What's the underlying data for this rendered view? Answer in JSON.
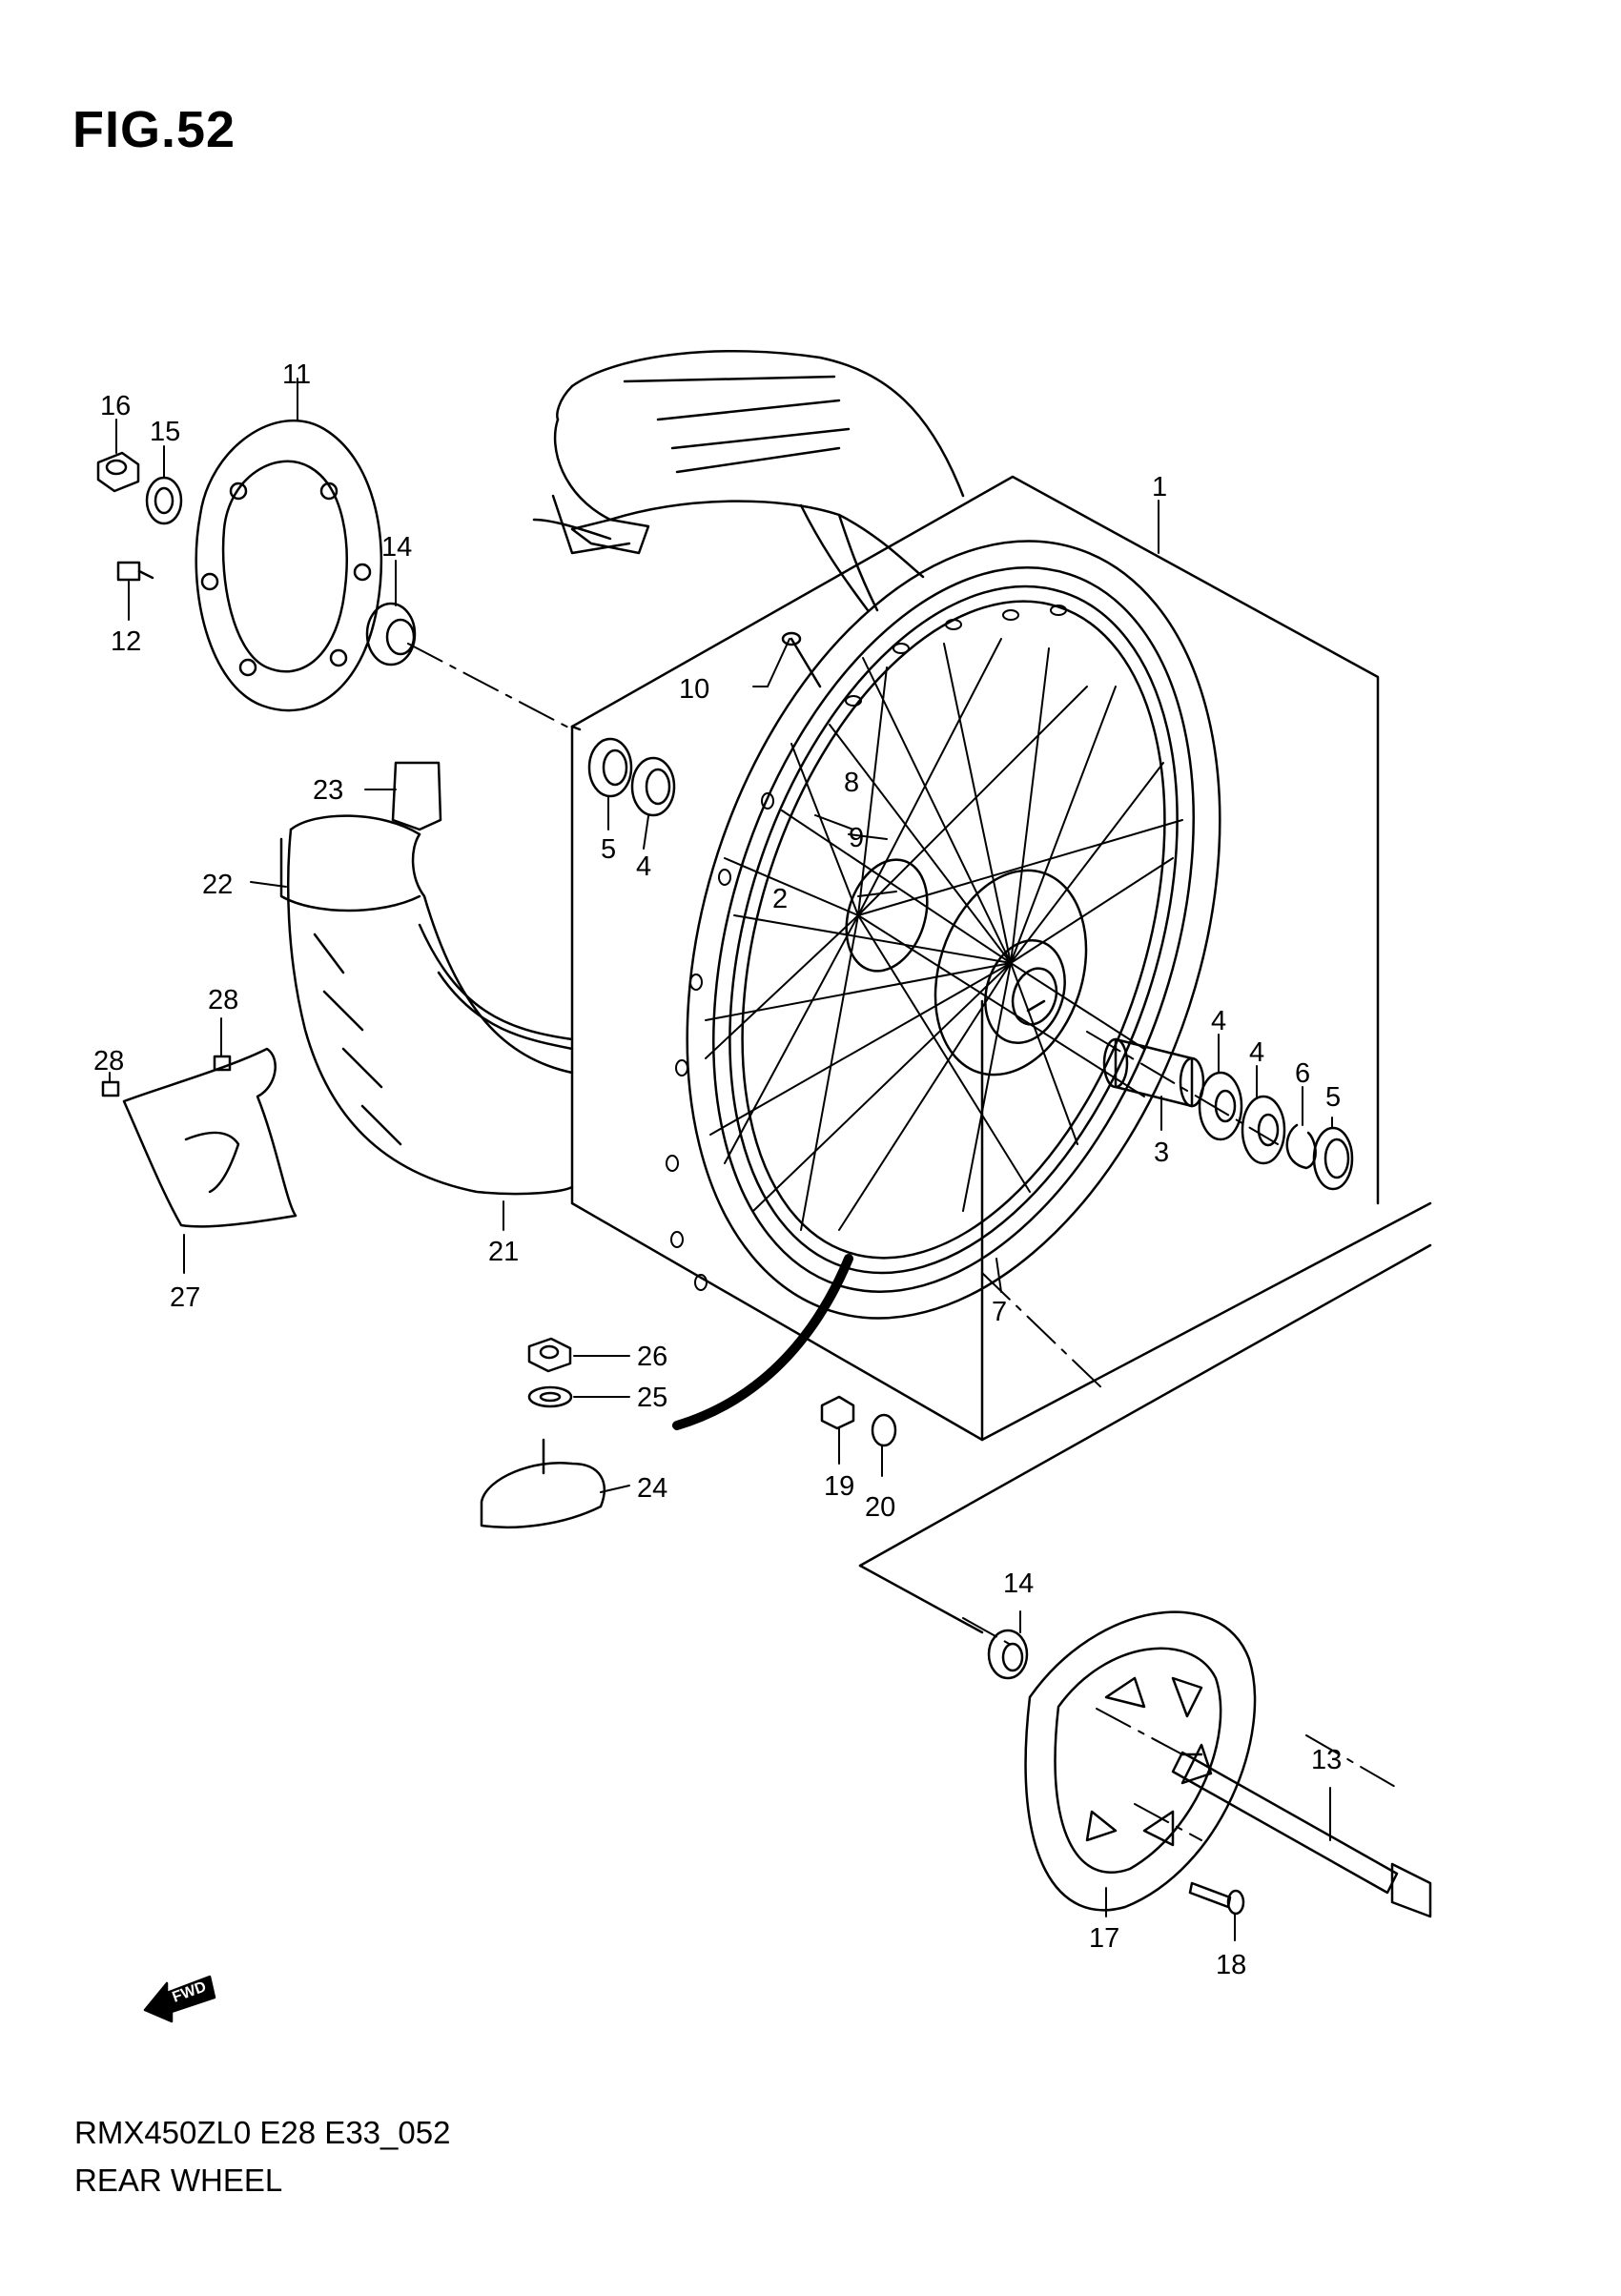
{
  "figure": {
    "title": "FIG.52"
  },
  "footer": {
    "model_code": "RMX450ZL0 E28 E33_052",
    "diagram_name": "REAR WHEEL"
  },
  "fwd_label": "FWD",
  "callouts": [
    {
      "id": "c1",
      "text": "1"
    },
    {
      "id": "c2",
      "text": "2"
    },
    {
      "id": "c3",
      "text": "3"
    },
    {
      "id": "c4a",
      "text": "4"
    },
    {
      "id": "c4b",
      "text": "4"
    },
    {
      "id": "c4c",
      "text": "4"
    },
    {
      "id": "c5a",
      "text": "5"
    },
    {
      "id": "c5b",
      "text": "5"
    },
    {
      "id": "c6",
      "text": "6"
    },
    {
      "id": "c7",
      "text": "7"
    },
    {
      "id": "c8",
      "text": "8"
    },
    {
      "id": "c9",
      "text": "9"
    },
    {
      "id": "c10",
      "text": "10"
    },
    {
      "id": "c11",
      "text": "11"
    },
    {
      "id": "c12",
      "text": "12"
    },
    {
      "id": "c13",
      "text": "13"
    },
    {
      "id": "c14a",
      "text": "14"
    },
    {
      "id": "c14b",
      "text": "14"
    },
    {
      "id": "c15",
      "text": "15"
    },
    {
      "id": "c16",
      "text": "16"
    },
    {
      "id": "c17",
      "text": "17"
    },
    {
      "id": "c18",
      "text": "18"
    },
    {
      "id": "c19",
      "text": "19"
    },
    {
      "id": "c20",
      "text": "20"
    },
    {
      "id": "c21",
      "text": "21"
    },
    {
      "id": "c22",
      "text": "22"
    },
    {
      "id": "c23",
      "text": "23"
    },
    {
      "id": "c24",
      "text": "24"
    },
    {
      "id": "c25",
      "text": "25"
    },
    {
      "id": "c26",
      "text": "26"
    },
    {
      "id": "c27",
      "text": "27"
    },
    {
      "id": "c28a",
      "text": "28"
    },
    {
      "id": "c28b",
      "text": "28"
    }
  ]
}
